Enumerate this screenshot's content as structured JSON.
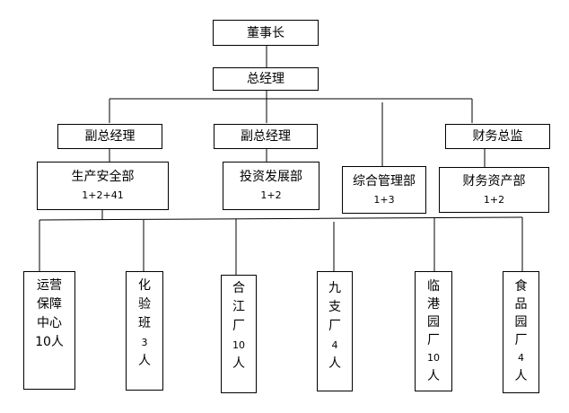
{
  "chairman": "董事长",
  "general_manager": "总经理",
  "vp_left": "副总经理",
  "vp_middle": "副总经理",
  "cfo": "财务总监",
  "dept_production": {
    "name": "生产安全部",
    "count": "1+2+41"
  },
  "dept_investment": {
    "name": "投资发展部",
    "count": "1+2"
  },
  "dept_admin": {
    "name": "综合管理部",
    "count": "1+3"
  },
  "dept_finance": {
    "name": "财务资产部",
    "count": "1+2"
  },
  "units": [
    {
      "lines": [
        "运营",
        "保障",
        "中心",
        "10人"
      ]
    },
    {
      "lines": [
        "化",
        "验",
        "班",
        "3",
        "人"
      ]
    },
    {
      "lines": [
        "合",
        "江",
        "厂",
        "10",
        "人"
      ]
    },
    {
      "lines": [
        "九",
        "支",
        "厂",
        "4",
        "人"
      ]
    },
    {
      "lines": [
        "临",
        "港",
        "园",
        "厂",
        "10",
        "人"
      ]
    },
    {
      "lines": [
        "食",
        "品",
        "园",
        "厂",
        "4",
        "人"
      ]
    }
  ]
}
